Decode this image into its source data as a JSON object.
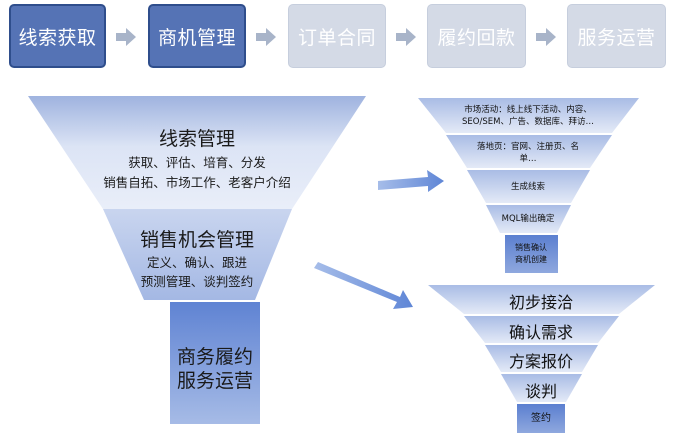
{
  "process_steps": [
    {
      "label": "线索获取",
      "state": "active"
    },
    {
      "label": "商机管理",
      "state": "active"
    },
    {
      "label": "订单合同",
      "state": "inactive"
    },
    {
      "label": "履约回款",
      "state": "inactive"
    },
    {
      "label": "服务运营",
      "state": "inactive"
    }
  ],
  "main_funnel": {
    "lead_management": {
      "title": "线索管理",
      "line1": "获取、评估、培育、分发",
      "line2": "销售自拓、市场工作、老客户介绍"
    },
    "opportunity_management": {
      "title": "销售机会管理",
      "line1": "定义、确认、跟进",
      "line2": "预测管理、谈判签约"
    },
    "stem": {
      "line1": "商务履约",
      "line2": "服务运营"
    }
  },
  "lead_funnel": {
    "level1": {
      "line1": "市场活动：线上线下活动、内容、",
      "line2": "SEO/SEM、广告、数据库、拜访…"
    },
    "level2": {
      "line1": "落地页：官网、注册页、名",
      "line2": "单…"
    },
    "level3": "生成线索",
    "level4": "MQL输出确定",
    "stem": {
      "line1": "销售确认",
      "line2": "商机创建"
    }
  },
  "sales_funnel": {
    "stages": [
      "初步接洽",
      "确认需求",
      "方案报价",
      "谈判"
    ],
    "stem": "签约"
  },
  "colors": {
    "active_step": "#5573b5",
    "inactive_step": "#d4dae6",
    "funnel_light": "#dfe6f5",
    "funnel_mid": "#a9bbe2",
    "funnel_dark": "#5b7fd0",
    "arrow": "#6e93d6"
  }
}
